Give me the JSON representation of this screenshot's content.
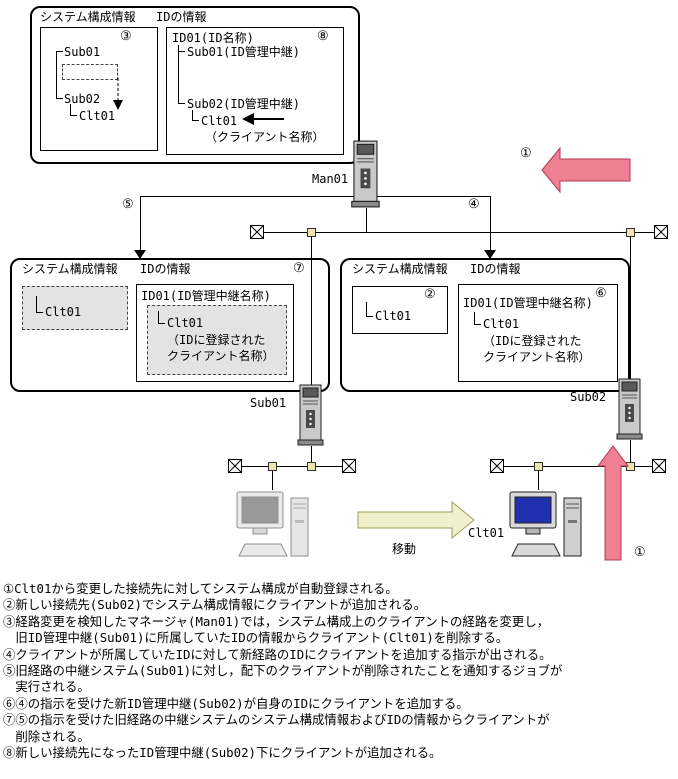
{
  "colors": {
    "register_arrow": "#ee8093",
    "move_arrow_fill": "#f0f0cc",
    "deleted_fill": "#e3e3e3"
  },
  "manager_panel": {
    "sysconfig_title": "システム構成情報",
    "id_title": "IDの情報",
    "sysconfig_badge": "③",
    "id_badge": "⑧",
    "sysconfig_tree": {
      "node1": "Sub01",
      "node2": "Sub02",
      "leaf": "Clt01"
    },
    "id_tree": {
      "root": "ID01(ID名称)",
      "child1": "Sub01(ID管理中継)",
      "child2": "Sub02(ID管理中継)",
      "leaf": "Clt01",
      "caption": "（クライアント名称）"
    },
    "server_label": "Man01"
  },
  "flows": {
    "top_register_badge": "①",
    "left_job_badge": "⑤",
    "right_instruction_badge": "④",
    "bottom_register_badge": "①",
    "move_label": "移動"
  },
  "sub01_panel": {
    "sysconfig_title": "システム構成情報",
    "id_title": "IDの情報",
    "badge": "⑦",
    "deleted_client": "Clt01",
    "id_tree": {
      "root": "ID01(ID管理中継名称)",
      "leaf": "Clt01",
      "caption1": "（IDに登録された",
      "caption2": "クライアント名称）"
    },
    "server_label": "Sub01"
  },
  "sub02_panel": {
    "sysconfig_title": "システム構成情報",
    "id_title": "IDの情報",
    "client_badge": "②",
    "id_badge": "⑥",
    "client": "Clt01",
    "id_tree": {
      "root": "ID01(ID管理中継名称)",
      "leaf": "Clt01",
      "caption1": "（IDに登録された",
      "caption2": "クライアント名称）"
    },
    "server_label": "Sub02"
  },
  "client": {
    "label": "Clt01"
  },
  "notes": {
    "lines": [
      "①Clt01から変更した接続先に対してシステム構成が自動登録される。",
      "②新しい接続先(Sub02)でシステム構成情報にクライアントが追加される。",
      "③経路変更を検知したマネージャ(Man01)では，システム構成上のクライアントの経路を変更し，",
      "　旧ID管理中継(Sub01)に所属していたIDの情報からクライアント(Clt01)を削除する。",
      "④クライアントが所属していたIDに対して新経路のIDにクライアントを追加する指示が出される。",
      "⑤旧経路の中継システム(Sub01)に対し，配下のクライアントが削除されたことを通知するジョブが",
      "　実行される。",
      "⑥④の指示を受けた新ID管理中継(Sub02)が自身のIDにクライアントを追加する。",
      "⑦⑤の指示を受けた旧経路の中継システムのシステム構成情報およびIDの情報からクライアントが",
      "　削除される。",
      "⑧新しい接続先になったID管理中継(Sub02)下にクライアントが追加される。"
    ]
  }
}
